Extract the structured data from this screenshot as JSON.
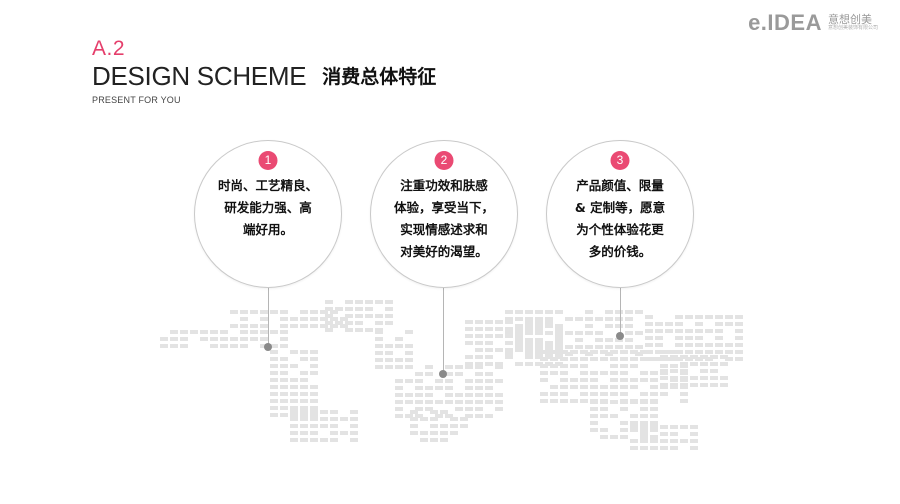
{
  "header": {
    "section_number": "A.2",
    "title": "DESIGN SCHEME",
    "title_cn": "消费总体特征",
    "subtitle": "PRESENT FOR YOU"
  },
  "logo": {
    "text": "e.IDEA",
    "cn": "意想创美",
    "sub": "意想创美装饰有限公司"
  },
  "features": [
    {
      "number": "1",
      "lines": [
        "时尚、工艺精良、",
        "研发能力强、高",
        "端好用。"
      ]
    },
    {
      "number": "2",
      "lines": [
        "注重功效和肤感",
        "体验，享受当下，",
        "实现情感述求和",
        "对美好的渴望。"
      ]
    },
    {
      "number": "3",
      "lines": [
        "产品颜值、限量",
        "& 定制等，愿意",
        "为个性体验花更",
        "多的价钱。"
      ]
    }
  ],
  "colors": {
    "accent": "#ea4a73",
    "map_dots": "#e3e3e3",
    "circle_border": "#c9c9c9"
  }
}
